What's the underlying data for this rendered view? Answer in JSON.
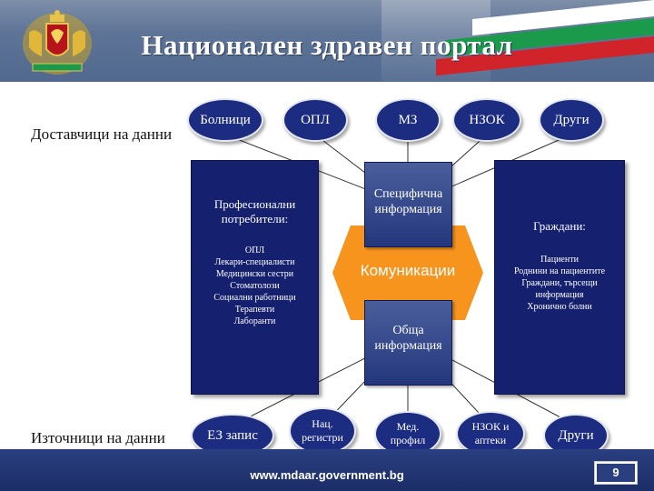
{
  "header": {
    "title": "Национален здравен портал"
  },
  "labels": {
    "providers": "Доставчици на данни",
    "sources": "Източници на данни"
  },
  "top_nodes": [
    "Болници",
    "ОПЛ",
    "МЗ",
    "НЗОК",
    "Други"
  ],
  "bottom_nodes": [
    "ЕЗ запис",
    "Нац. регистри",
    "Мед. профил",
    "НЗОК и аптеки",
    "Други"
  ],
  "left_panel": {
    "heading": "Професионални потребители:",
    "items": [
      "ОПЛ",
      "Лекари-специалисти",
      "Медицински сестри",
      "Стоматолози",
      "Социални работници",
      "Терапевти",
      "Лаборанти"
    ]
  },
  "right_panel": {
    "heading": "Граждани:",
    "items": [
      "Пациенти",
      "Роднини на пациентите",
      "Граждани, търсещи информация",
      "Хронично болни"
    ]
  },
  "center": {
    "top": "Специфична информация",
    "middle": "Комуникации",
    "bottom": "Обща информация"
  },
  "footer": {
    "url": "www.mdaar.government.bg",
    "page": "9"
  },
  "colors": {
    "navy": "#15216e",
    "orange": "#f7941d",
    "flag_green": "#1a9a4a",
    "flag_red": "#d0242a"
  }
}
